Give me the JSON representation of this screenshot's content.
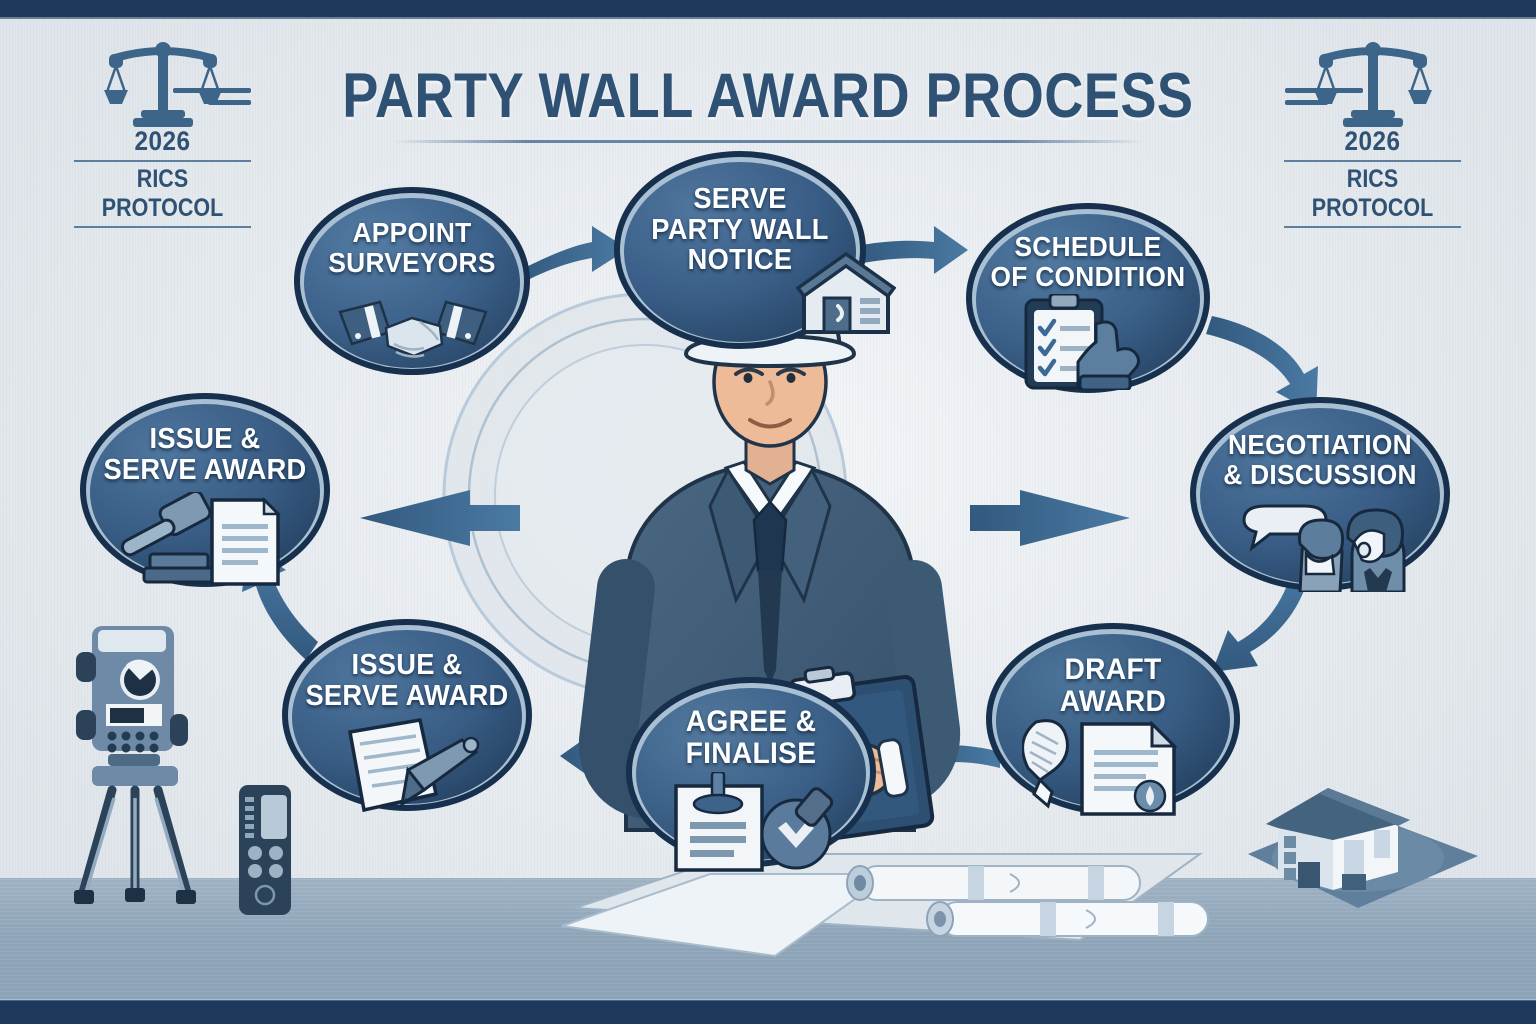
{
  "meta": {
    "kind": "process-infographic",
    "title": "PARTY WALL AWARD PROCESS"
  },
  "header": {
    "title": "PARTY WALL AWARD PROCESS"
  },
  "badges": {
    "left": {
      "icon": "scales-of-justice-icon",
      "year": "2026",
      "organisation": "RICS PROTOCOL"
    },
    "right": {
      "icon": "scales-of-justice-icon",
      "year": "2026",
      "organisation": "RICS PROTOCOL"
    }
  },
  "center": {
    "figure": "surveyor-with-hard-hat-and-clipboard",
    "hard_hat_color": "#f3f6f9",
    "suit_color": "#3d566f"
  },
  "colors": {
    "navy_bar": "#1d3a5c",
    "node_fill_light": "#4b7096",
    "node_fill_dark": "#2b4a6c",
    "node_outline": "#17304d",
    "node_rim": "#a9c0d4",
    "arrow": "#3d6a94",
    "title_text": "#2f5274",
    "label_text": "#fdfeff",
    "background": "#e8ecf0",
    "floor": "#8ea4b8"
  },
  "steps": [
    {
      "id": "appoint-surveyors",
      "label_lines": [
        "APPOINT",
        "SURVEYORS"
      ],
      "icon": "handshake-icon",
      "order": 1
    },
    {
      "id": "serve-party-wall-notice",
      "label_lines": [
        "SERVE",
        "PARTY WALL",
        "NOTICE"
      ],
      "icon": "house-icon",
      "order": 2
    },
    {
      "id": "schedule-of-condition",
      "label_lines": [
        "SCHEDULE",
        "OF CONDITION"
      ],
      "icon": "clipboard-checklist-hand-icon",
      "order": 3
    },
    {
      "id": "negotiation-and-discussion",
      "label_lines": [
        "NEGOTIATION",
        "& DISCUSSION"
      ],
      "icon": "two-people-speech-bubble-icon",
      "order": 4
    },
    {
      "id": "draft-award",
      "label_lines": [
        "DRAFT",
        "AWARD"
      ],
      "icon": "quill-pen-document-icon",
      "order": 5
    },
    {
      "id": "agree-and-finalise",
      "label_lines": [
        "AGREE &",
        "FINALISE"
      ],
      "icon": "certificate-checkmark-icon",
      "order": 6
    },
    {
      "id": "issue-and-serve-award-bottom",
      "label_lines": [
        "ISSUE &",
        "SERVE AWARD"
      ],
      "icon": "document-with-pen-icon",
      "order": 7
    },
    {
      "id": "issue-and-serve-award-left",
      "label_lines": [
        "ISSUE &",
        "SERVE AWARD"
      ],
      "icon": "gavel-and-document-icon",
      "order": 8
    }
  ],
  "props": [
    {
      "id": "theodolite-tripod",
      "name": "theodolite-on-tripod"
    },
    {
      "id": "laser-distance-meter",
      "name": "laser-distance-meter"
    },
    {
      "id": "blueprint-rolls",
      "name": "rolled-blueprints"
    },
    {
      "id": "house-model",
      "name": "house-model-on-base"
    }
  ],
  "arrows": [
    {
      "from": "issue-and-serve-award-left",
      "to": "appoint-surveyors",
      "direction": "up-right"
    },
    {
      "from": "appoint-surveyors",
      "to": "serve-party-wall-notice",
      "direction": "right"
    },
    {
      "from": "serve-party-wall-notice",
      "to": "schedule-of-condition",
      "direction": "right"
    },
    {
      "from": "schedule-of-condition",
      "to": "negotiation-and-discussion",
      "direction": "down-right"
    },
    {
      "from": "negotiation-and-discussion",
      "to": "draft-award",
      "direction": "down-left"
    },
    {
      "from": "draft-award",
      "to": "agree-and-finalise",
      "direction": "left"
    },
    {
      "from": "agree-and-finalise",
      "to": "issue-and-serve-award-bottom",
      "direction": "left"
    },
    {
      "from": "issue-and-serve-award-bottom",
      "to": "issue-and-serve-award-left",
      "direction": "up-left"
    },
    {
      "from": "center",
      "to": "issue-and-serve-award-left",
      "direction": "left"
    },
    {
      "from": "center",
      "to": "negotiation-and-discussion",
      "direction": "right"
    }
  ]
}
